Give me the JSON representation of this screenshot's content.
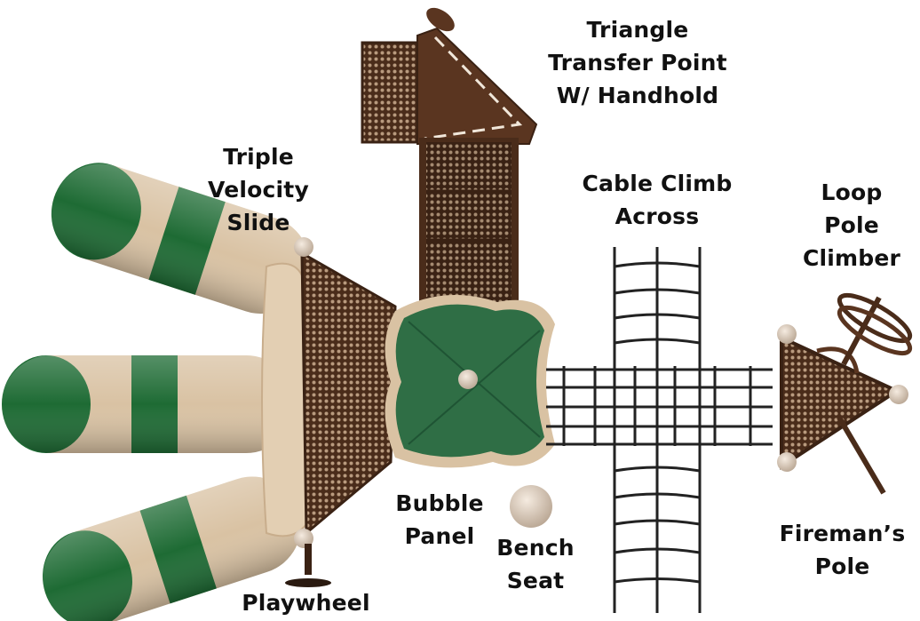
{
  "callouts": {
    "triangle_transfer": [
      "Triangle",
      "Transfer Point",
      "W/ Handhold"
    ],
    "triple_slide": [
      "Triple",
      "Velocity",
      "Slide"
    ],
    "cable_climb": [
      "Cable Climb",
      "Across"
    ],
    "loop_pole": [
      "Loop",
      "Pole",
      "Climber"
    ],
    "bubble_panel": [
      "Bubble",
      "Panel"
    ],
    "bench_seat": [
      "Bench",
      "Seat"
    ],
    "firemans_pole": [
      "Fireman’s",
      "Pole"
    ],
    "playwheel": [
      "Playwheel"
    ]
  },
  "colors": {
    "slide_green": "#1e6b34",
    "slide_tan": "#d9c2a3",
    "deck_brown": "#4a2c1a",
    "roof_green": "#2f6e45",
    "cable_black": "#222222",
    "label_text": "#111111"
  }
}
